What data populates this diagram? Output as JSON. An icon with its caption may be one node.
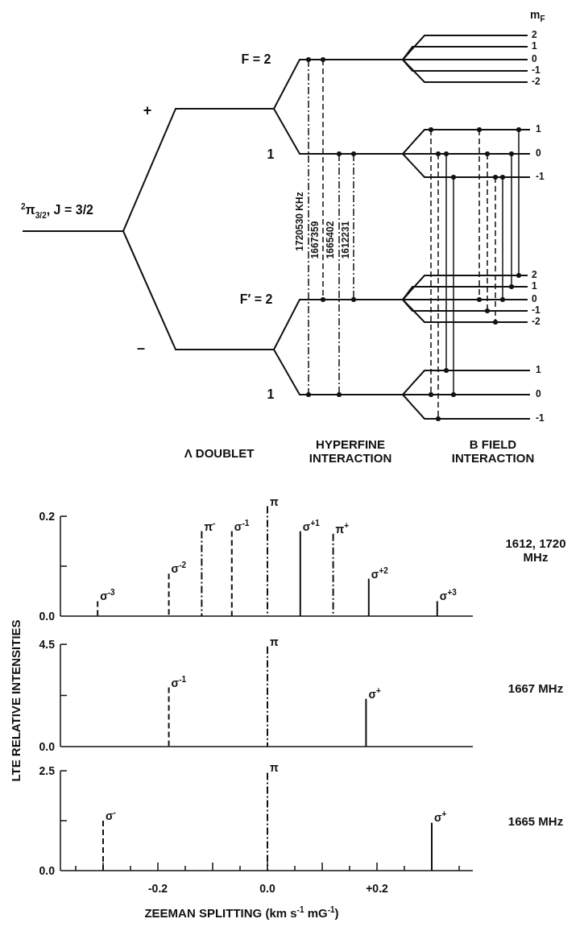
{
  "diagram": {
    "labels": [
      "m$_{F}$",
      "2",
      "1",
      "0",
      "-1",
      "-2",
      "F = 2",
      "+",
      "1",
      "1",
      "0",
      "-1",
      "$^{2}$π$_{3/2}$, J = 3/2",
      "1720530 KHz",
      "1667359",
      "1665402",
      "1612231",
      "F′ = 2",
      "2",
      "1",
      "0",
      "-1",
      "-2",
      "–",
      "1",
      "1",
      "0",
      "-1",
      "Λ DOUBLET",
      "HYPERFINE INTERACTION",
      "B FIELD INTERACTION",
      "0.2",
      "0.0",
      "σ$^{-3}$",
      "σ$^{-2}$",
      "π$^{-}$",
      "σ$^{-1}$",
      "π",
      "σ$^{+1}$",
      "π$^{+}$",
      "σ$^{+2}$",
      "σ$^{+3}$",
      "1612, 1720 MHz",
      "LTE RELATIVE INTENSITIES",
      "4.5",
      "σ$^{-1}$",
      "π",
      "σ$^{+}$",
      "1667 MHz",
      "0.0",
      "2.5",
      "σ$^{-}$",
      "π",
      "σ$^{+}$",
      "1665 MHz",
      "0.0",
      "-0.2",
      "0.0",
      "+0.2",
      "ZEEMAN SPLITTING (km s$^{-1}$ mG$^{-1}$)"
    ]
  }
}
